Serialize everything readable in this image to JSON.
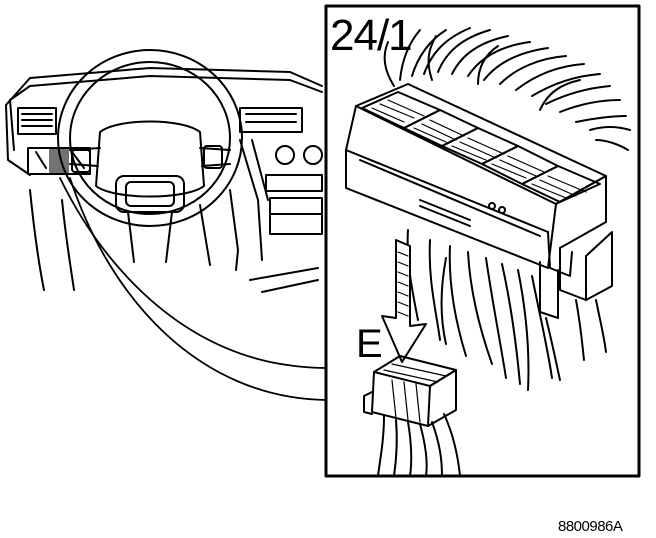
{
  "labels": {
    "reference": "24/1",
    "connector": "E",
    "figure_number": "8800986A"
  },
  "colors": {
    "line": "#000000",
    "background": "#ffffff"
  }
}
